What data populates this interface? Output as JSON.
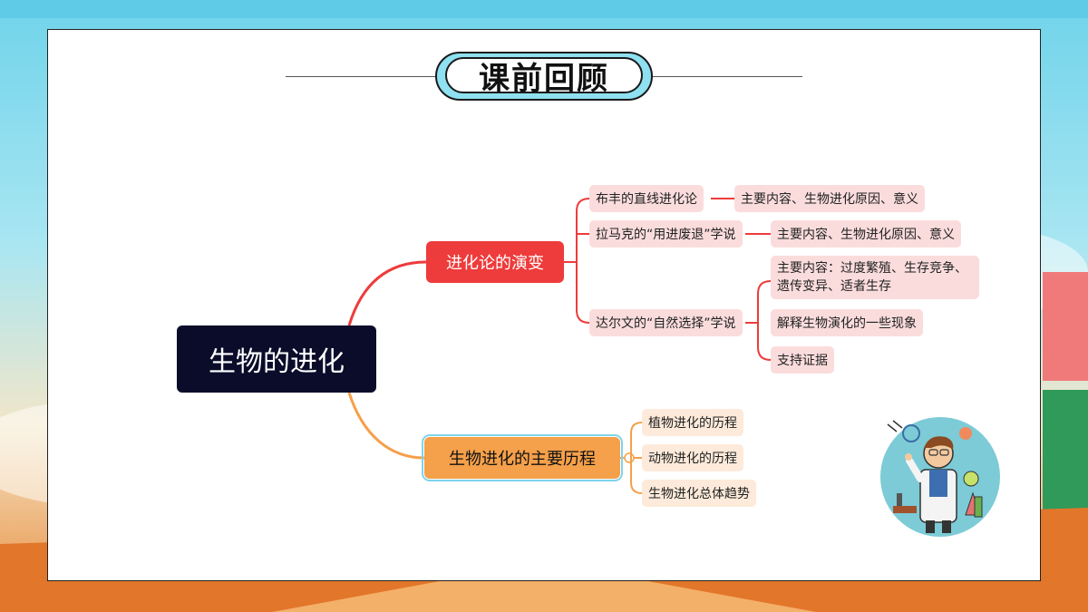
{
  "slide": {
    "title": "课前回顾"
  },
  "mindmap": {
    "root": "生物的进化",
    "branches": [
      {
        "label": "进化论的演变",
        "children": [
          {
            "label": "布丰的直线进化论",
            "children": [
              "主要内容、生物进化原因、意义"
            ]
          },
          {
            "label": "拉马克的“用进废退”学说",
            "children": [
              "主要内容、生物进化原因、意义"
            ]
          },
          {
            "label": "达尔文的“自然选择”学说",
            "children": [
              "主要内容：过度繁殖、生存竞争、遗传变异、适者生存",
              "解释生物演化的一些现象",
              "支持证据"
            ]
          }
        ]
      },
      {
        "label": "生物进化的主要历程",
        "children": [
          {
            "label": "植物进化的历程"
          },
          {
            "label": "动物进化的历程"
          },
          {
            "label": "生物进化总体趋势"
          }
        ]
      }
    ]
  },
  "colors": {
    "root_bg": "#0b0c2a",
    "branch1": "#ee3b3b",
    "branch2": "#f5a04a",
    "leaf_red": "#fbdcdc",
    "leaf_orange": "#fdeada"
  }
}
